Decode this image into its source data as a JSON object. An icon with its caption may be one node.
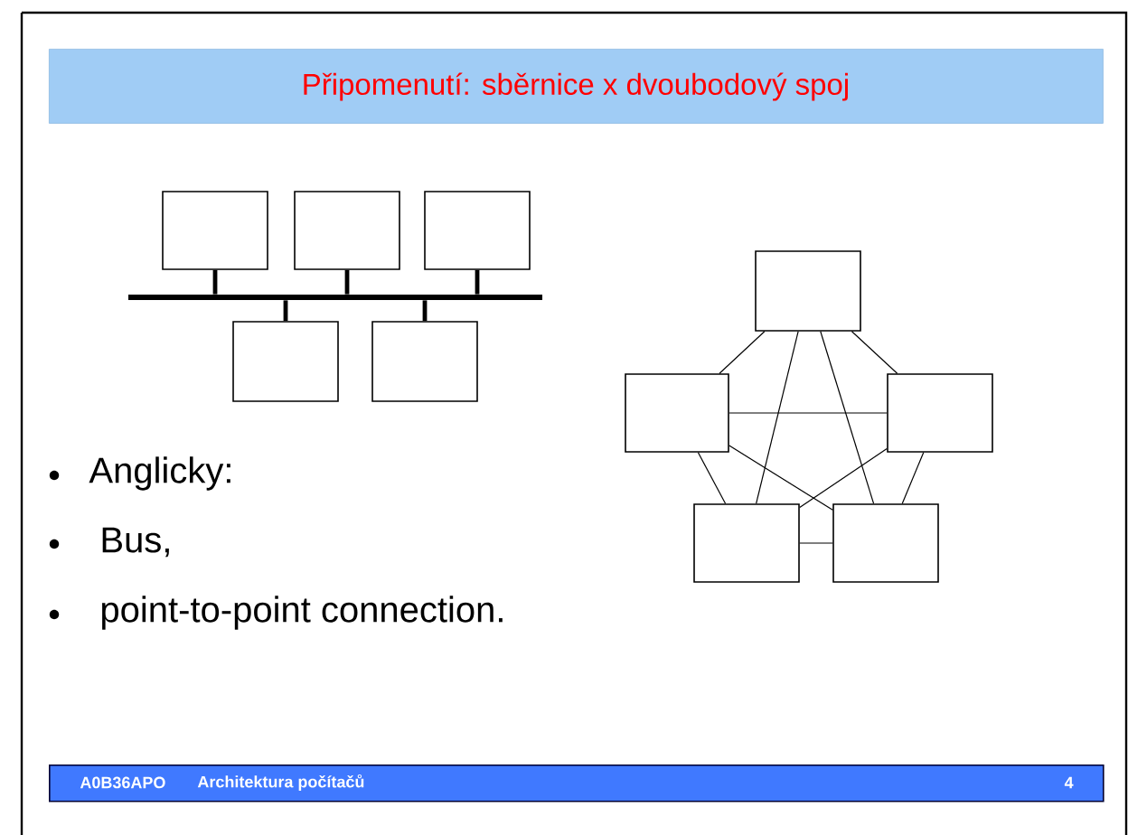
{
  "diagram": {
    "title": "Připomenutí: sběrnice x dvoubodový spoj",
    "nodes": [
      {
        "text": [],
        "shape": "bar"
      },
      {
        "text": [],
        "shape": "box"
      },
      {
        "text": [],
        "shape": "box"
      },
      {
        "text": [],
        "shape": "box"
      },
      {
        "text": [],
        "shape": "box"
      },
      {
        "text": [],
        "shape": "box"
      },
      {
        "text": [],
        "shape": "box"
      },
      {
        "text": [],
        "shape": "box"
      },
      {
        "text": [],
        "shape": "box"
      },
      {
        "text": [],
        "shape": "box"
      },
      {
        "text": [],
        "shape": "box"
      }
    ],
    "edges": [
      {
        "from": 1,
        "to": 0,
        "arrow": "none",
        "style": "thick"
      },
      {
        "from": 2,
        "to": 0,
        "arrow": "none",
        "style": "thick"
      },
      {
        "from": 3,
        "to": 0,
        "arrow": "none",
        "style": "thick"
      },
      {
        "from": 4,
        "to": 0,
        "arrow": "none",
        "style": "thick"
      },
      {
        "from": 5,
        "to": 0,
        "arrow": "none",
        "style": "thick"
      },
      {
        "from": 6,
        "to": 7,
        "arrow": "none"
      },
      {
        "from": 6,
        "to": 8,
        "arrow": "none"
      },
      {
        "from": 6,
        "to": 9,
        "arrow": "none"
      },
      {
        "from": 6,
        "to": 10,
        "arrow": "none"
      },
      {
        "from": 7,
        "to": 8,
        "arrow": "none"
      },
      {
        "from": 7,
        "to": 9,
        "arrow": "none"
      },
      {
        "from": 7,
        "to": 10,
        "arrow": "none"
      },
      {
        "from": 8,
        "to": 9,
        "arrow": "none"
      },
      {
        "from": 8,
        "to": 10,
        "arrow": "none"
      },
      {
        "from": 9,
        "to": 10,
        "arrow": "none"
      }
    ],
    "labels": [
      "Anglicky:",
      "Bus,",
      "point-to-point connection.",
      "A0B36APO",
      "Architektura počítačů",
      "4"
    ]
  }
}
